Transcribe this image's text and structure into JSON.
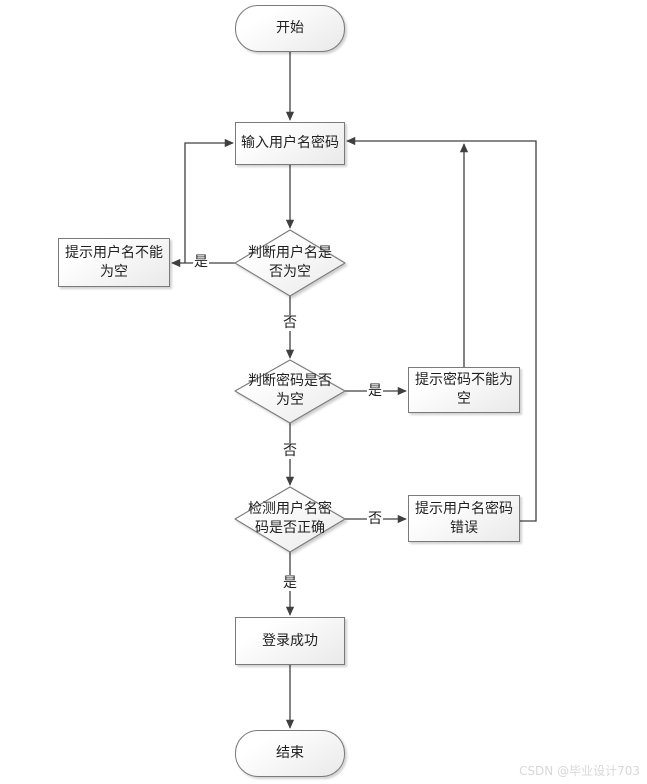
{
  "diagram": {
    "title": "login-flowchart",
    "nodes": {
      "start": {
        "label": "开始",
        "shape": "oval"
      },
      "input": {
        "label": "输入用户名密码",
        "shape": "rect"
      },
      "check_username_empty": {
        "label": "判断用户名是否为空",
        "shape": "diamond"
      },
      "tip_username_empty": {
        "label": "提示用户名不能为空",
        "shape": "rect"
      },
      "check_password_empty": {
        "label": "判断密码是否为空",
        "shape": "diamond"
      },
      "tip_password_empty": {
        "label": "提示密码不能为空",
        "shape": "rect"
      },
      "check_credentials": {
        "label": "检测用户名密码是否正确",
        "shape": "diamond"
      },
      "tip_credentials_wrong": {
        "label": "提示用户名密码错误",
        "shape": "rect"
      },
      "login_success": {
        "label": "登录成功",
        "shape": "rect"
      },
      "end": {
        "label": "结束",
        "shape": "oval"
      }
    },
    "edge_labels": {
      "username_empty_yes": "是",
      "username_empty_no": "否",
      "password_empty_yes": "是",
      "password_empty_no": "否",
      "credentials_wrong_no": "否",
      "credentials_ok_yes": "是"
    },
    "colors": {
      "line": "#404040",
      "node_border": "#7a7a7a",
      "node_fill_top": "#ffffff",
      "node_fill_bottom": "#e9e9e9",
      "text": "#1f1f1f",
      "watermark": "#d8d8d8"
    }
  },
  "watermark": {
    "text": "CSDN @毕业设计703"
  }
}
